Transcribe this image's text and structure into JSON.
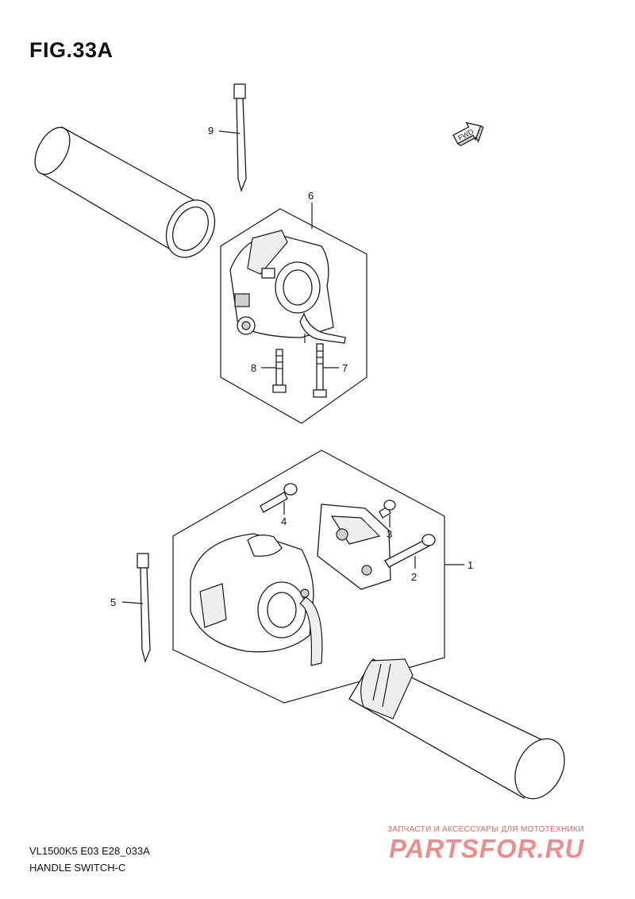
{
  "figure": {
    "title": "FIG.33A",
    "code": "VL1500K5 E03 E28_033A",
    "name": "HANDLE SWITCH-C"
  },
  "fwd_label": "FWD",
  "callouts": {
    "c1": "1",
    "c2": "2",
    "c3": "3",
    "c4": "4",
    "c5": "5",
    "c6": "6",
    "c7": "7",
    "c8": "8",
    "c9": "9"
  },
  "watermark": {
    "subtitle": "ЗАПЧАСТИ И АКСЕССУАРЫ ДЛЯ МОТОТЕХНИКИ",
    "brand": "PARTSFOR.RU"
  }
}
